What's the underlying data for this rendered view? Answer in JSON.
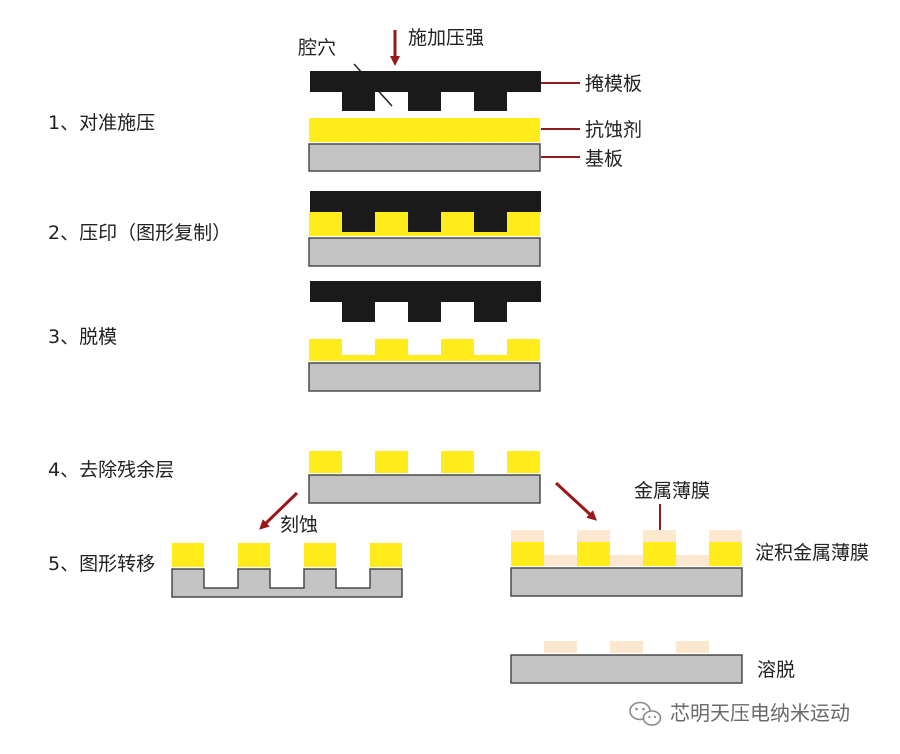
{
  "colors": {
    "mold": "#1a1a1a",
    "resist": "#ffec1a",
    "substrate": "#c3c3c3",
    "substrate_outline": "#4a4a4a",
    "metal_film": "#fbe8cf",
    "arrow": "#9a1717",
    "leader_line": "#8f1c1c",
    "text": "#222222",
    "footer": "#6a6a6a"
  },
  "steps": [
    {
      "label": "1、对准施压"
    },
    {
      "label": "2、压印（图形复制）"
    },
    {
      "label": "3、脱模"
    },
    {
      "label": "4、去除残余层"
    },
    {
      "label": "5、图形转移"
    }
  ],
  "callouts": {
    "pressure": "施加压强",
    "cavity": "腔穴",
    "mold": "掩模板",
    "resist": "抗蚀剂",
    "substrate": "基板",
    "etch": "刻蚀",
    "metal_film": "金属薄膜",
    "deposit": "淀积金属薄膜",
    "liftoff": "溶脱"
  },
  "footer": {
    "icon": "wechat-icon",
    "text": "芯明天压电纳米运动"
  }
}
